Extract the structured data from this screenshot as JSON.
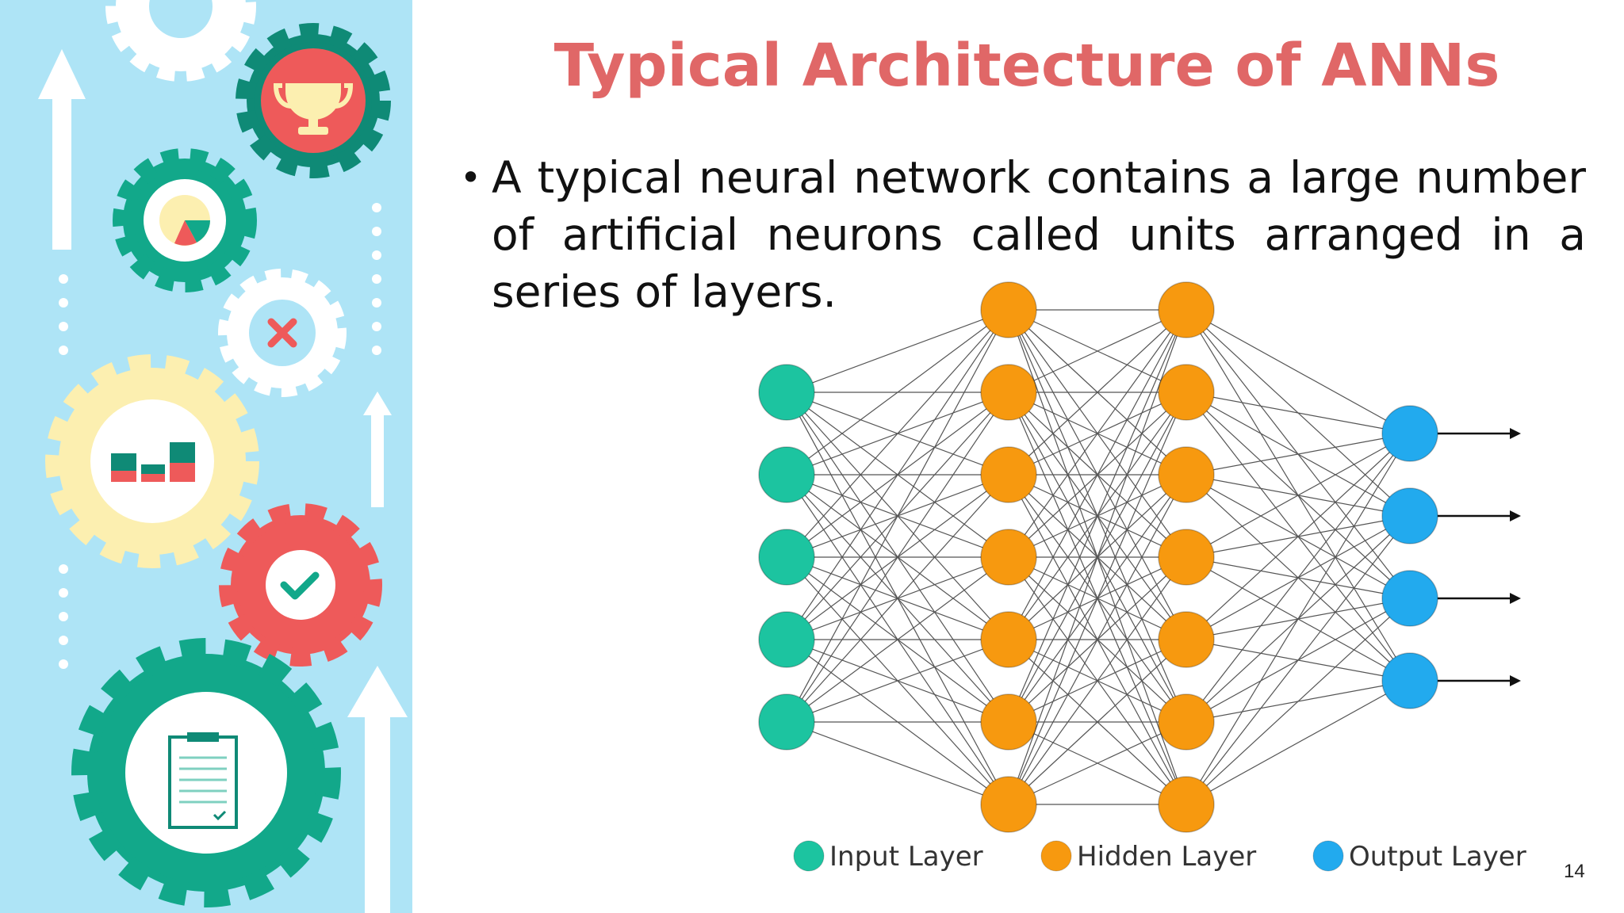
{
  "slide": {
    "title": "Typical Architecture of ANNs",
    "bullet": "A typical neural network contains a large number of artificial neurons called units arranged in a series of layers.",
    "page_number": "14"
  },
  "colors": {
    "title": "#e06767",
    "sidebar_bg": "#aee4f6",
    "input": "#1cc4a0",
    "hidden": "#f7990f",
    "output": "#22aaee",
    "gear_teal": "#12a88a",
    "gear_dark_teal": "#0f8a76",
    "gear_red": "#ee5a5a",
    "gear_yellow": "#fcefb0"
  },
  "network": {
    "layers": [
      {
        "kind": "input",
        "count": 5
      },
      {
        "kind": "hidden",
        "count": 7
      },
      {
        "kind": "hidden",
        "count": 7
      },
      {
        "kind": "output",
        "count": 4
      }
    ],
    "output_arrows": 4
  },
  "legend": [
    {
      "label": "Input Layer",
      "kind": "input"
    },
    {
      "label": "Hidden Layer",
      "kind": "hidden"
    },
    {
      "label": "Output Layer",
      "kind": "output"
    }
  ],
  "sidebar": {
    "icons": [
      "trophy-icon",
      "pie-chart-icon",
      "close-icon",
      "bar-chart-icon",
      "checkmark-icon",
      "clipboard-icon",
      "up-arrow-icon"
    ]
  }
}
